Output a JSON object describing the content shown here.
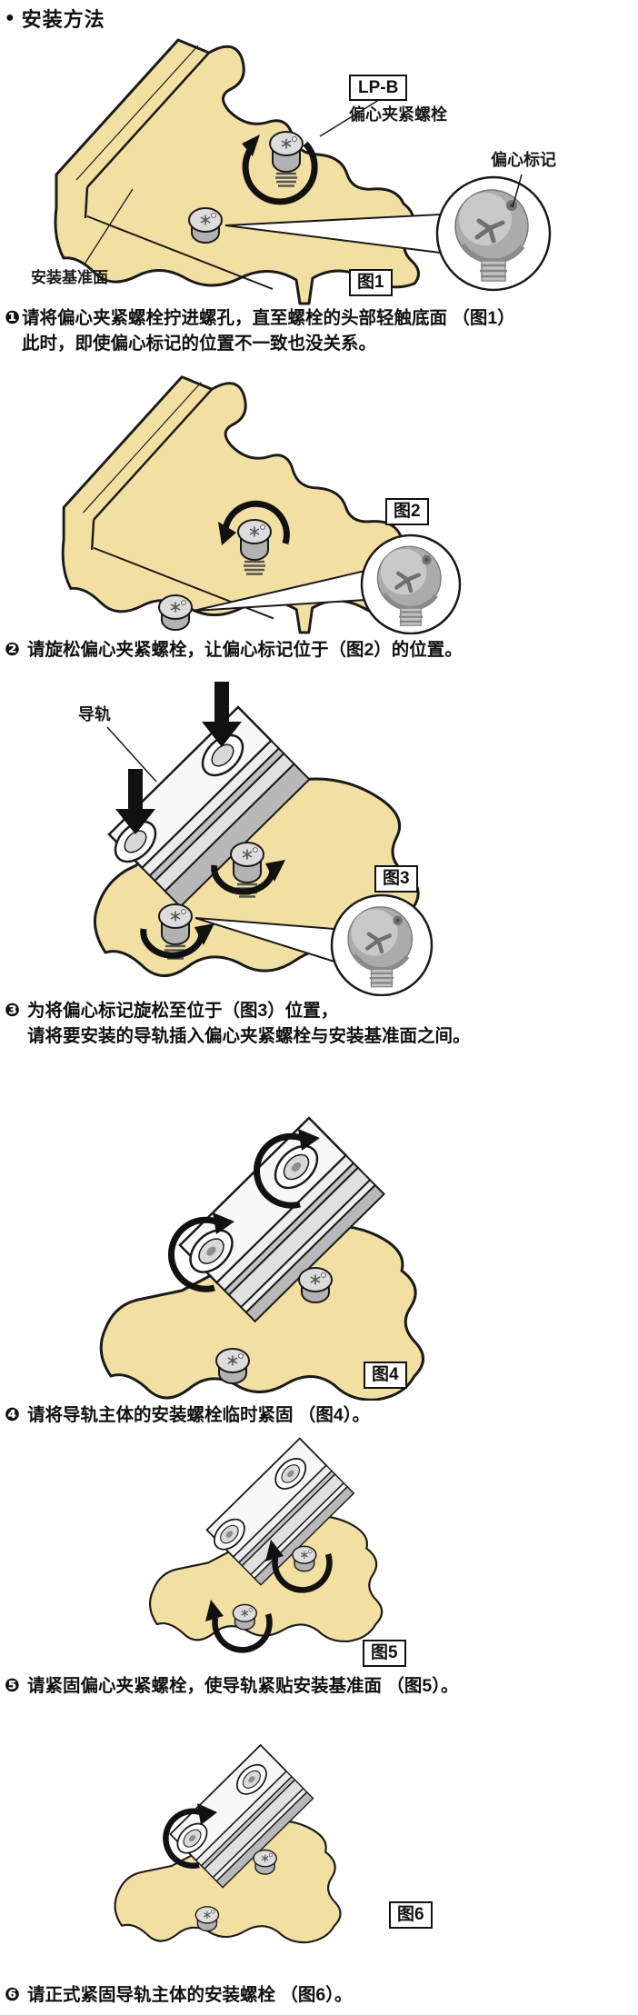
{
  "header": {
    "bullet": "●",
    "title": "安装方法"
  },
  "labels": {
    "model": "LP-B",
    "eccentric_bolt": "偏心夹紧螺栓",
    "eccentric_mark": "偏心标记",
    "mounting_surface": "安装基准面",
    "rail": "导轨"
  },
  "figures": [
    {
      "caption": "图1"
    },
    {
      "caption": "图2"
    },
    {
      "caption": "图3"
    },
    {
      "caption": "图4"
    },
    {
      "caption": "图5"
    },
    {
      "caption": "图6"
    }
  ],
  "steps": [
    {
      "marker": "❶",
      "lines": [
        "请将偏心夹紧螺栓拧进螺孔，直至螺栓的头部轻触底面 （图1）",
        "此时，即使偏心标记的位置不一致也没关系。"
      ]
    },
    {
      "marker": "❷",
      "lines": [
        "请旋松偏心夹紧螺栓，让偏心标记位于（图2）的位置。"
      ]
    },
    {
      "marker": "❸",
      "lines": [
        "为将偏心标记旋松至位于（图3）位置，",
        "请将要安装的导轨插入偏心夹紧螺栓与安装基准面之间。"
      ]
    },
    {
      "marker": "❹",
      "lines": [
        "请将导轨主体的安装螺栓临时紧固 （图4）。"
      ]
    },
    {
      "marker": "❺",
      "lines": [
        "请紧固偏心夹紧螺栓，使导轨紧贴安装基准面 （图5）。"
      ]
    },
    {
      "marker": "❻",
      "lines": [
        "请正式紧固导轨主体的安装螺栓 （图6）。"
      ]
    }
  ],
  "colors": {
    "base_tan": "#f2dfa2",
    "outline": "#1a1a1a",
    "rail_light": "#f5f5f5",
    "bolt_gray": "#dcdcdc",
    "arrow_black": "#111111"
  }
}
